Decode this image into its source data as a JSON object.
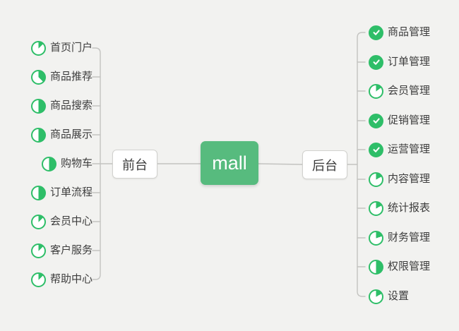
{
  "colors": {
    "background": "#f2f2f0",
    "node_green": "#57bb7e",
    "icon_green": "#2ebe68",
    "line": "#c3c3c0",
    "box_border": "#d2d2cf",
    "text_dark": "#3d3d3d",
    "root_text": "#ffffff"
  },
  "root": {
    "label": "mall"
  },
  "branches": {
    "left": {
      "label": "前台",
      "items": [
        {
          "label": "首页门户",
          "icon": "task-progress",
          "progress": 13
        },
        {
          "label": "商品推荐",
          "icon": "task-progress",
          "progress": 37
        },
        {
          "label": "商品搜索",
          "icon": "task-progress",
          "progress": 50
        },
        {
          "label": "商品展示",
          "icon": "task-progress",
          "progress": 50
        },
        {
          "label": "购物车",
          "icon": "task-progress",
          "progress": 50
        },
        {
          "label": "订单流程",
          "icon": "task-progress",
          "progress": 50
        },
        {
          "label": "会员中心",
          "icon": "task-progress",
          "progress": 13
        },
        {
          "label": "客户服务",
          "icon": "task-progress",
          "progress": 13
        },
        {
          "label": "帮助中心",
          "icon": "task-progress",
          "progress": 13
        }
      ]
    },
    "right": {
      "label": "后台",
      "items": [
        {
          "label": "商品管理",
          "icon": "task-done",
          "progress": 100
        },
        {
          "label": "订单管理",
          "icon": "task-done",
          "progress": 100
        },
        {
          "label": "会员管理",
          "icon": "task-progress",
          "progress": 15
        },
        {
          "label": "促销管理",
          "icon": "task-done",
          "progress": 100
        },
        {
          "label": "运营管理",
          "icon": "task-done",
          "progress": 100
        },
        {
          "label": "内容管理",
          "icon": "task-progress",
          "progress": 17
        },
        {
          "label": "统计报表",
          "icon": "task-progress",
          "progress": 17
        },
        {
          "label": "财务管理",
          "icon": "task-progress",
          "progress": 20
        },
        {
          "label": "权限管理",
          "icon": "task-progress",
          "progress": 50
        },
        {
          "label": "设置",
          "icon": "task-progress",
          "progress": 17
        }
      ]
    }
  }
}
